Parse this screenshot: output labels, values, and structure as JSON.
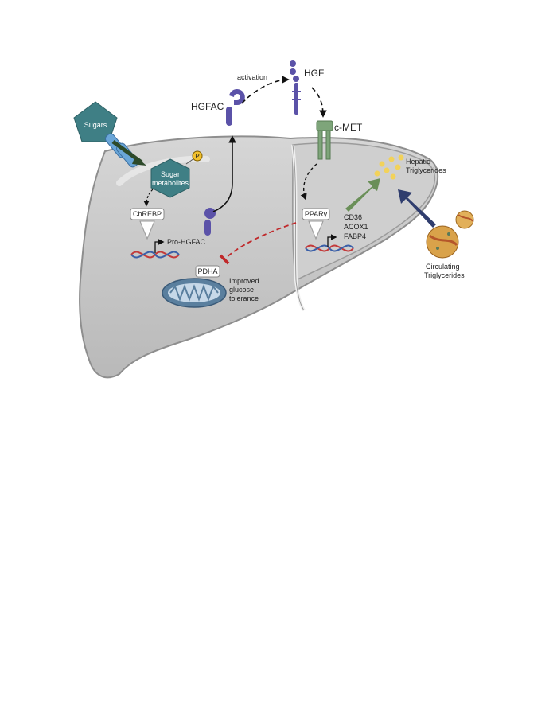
{
  "labels": {
    "sugars": "Sugars",
    "sugar_metabolites_1": "Sugar",
    "sugar_metabolites_2": "metabolites",
    "phospho": "P",
    "chrebp": "ChREBP",
    "pro_hgfac": "Pro-HGFAC",
    "hgfac": "HGFAC",
    "activation": "activation",
    "hgf": "HGF",
    "cmet": "c-MET",
    "ppar": "PPARγ",
    "cd36": "CD36",
    "acox1": "ACOX1",
    "fabp4": "FABP4",
    "hepatic_1": "Hepatic",
    "hepatic_2": "Triglycerides",
    "pdha": "PDHA",
    "improved_1": "Improved",
    "improved_2": "glucose",
    "improved_3": "tolerance",
    "circulating_1": "Circulating",
    "circulating_2": "Triglycerides"
  },
  "colors": {
    "liver_fill": "#c9c9c9",
    "liver_stroke": "#8e8e8e",
    "teal": "#3f7f85",
    "protein_purple": "#5b52a8",
    "cmet_green": "#7ea57a",
    "green_arrow": "#6a8f58",
    "navy_arrow": "#2f3d6e",
    "inhibit_red": "#c0282a",
    "dna_red": "#c33a3a",
    "dna_blue": "#3a5fa8",
    "lipid_yellow": "#f2d25a",
    "droplet_orange": "#d9a24a",
    "mito_blue": "#5a7f9e"
  }
}
